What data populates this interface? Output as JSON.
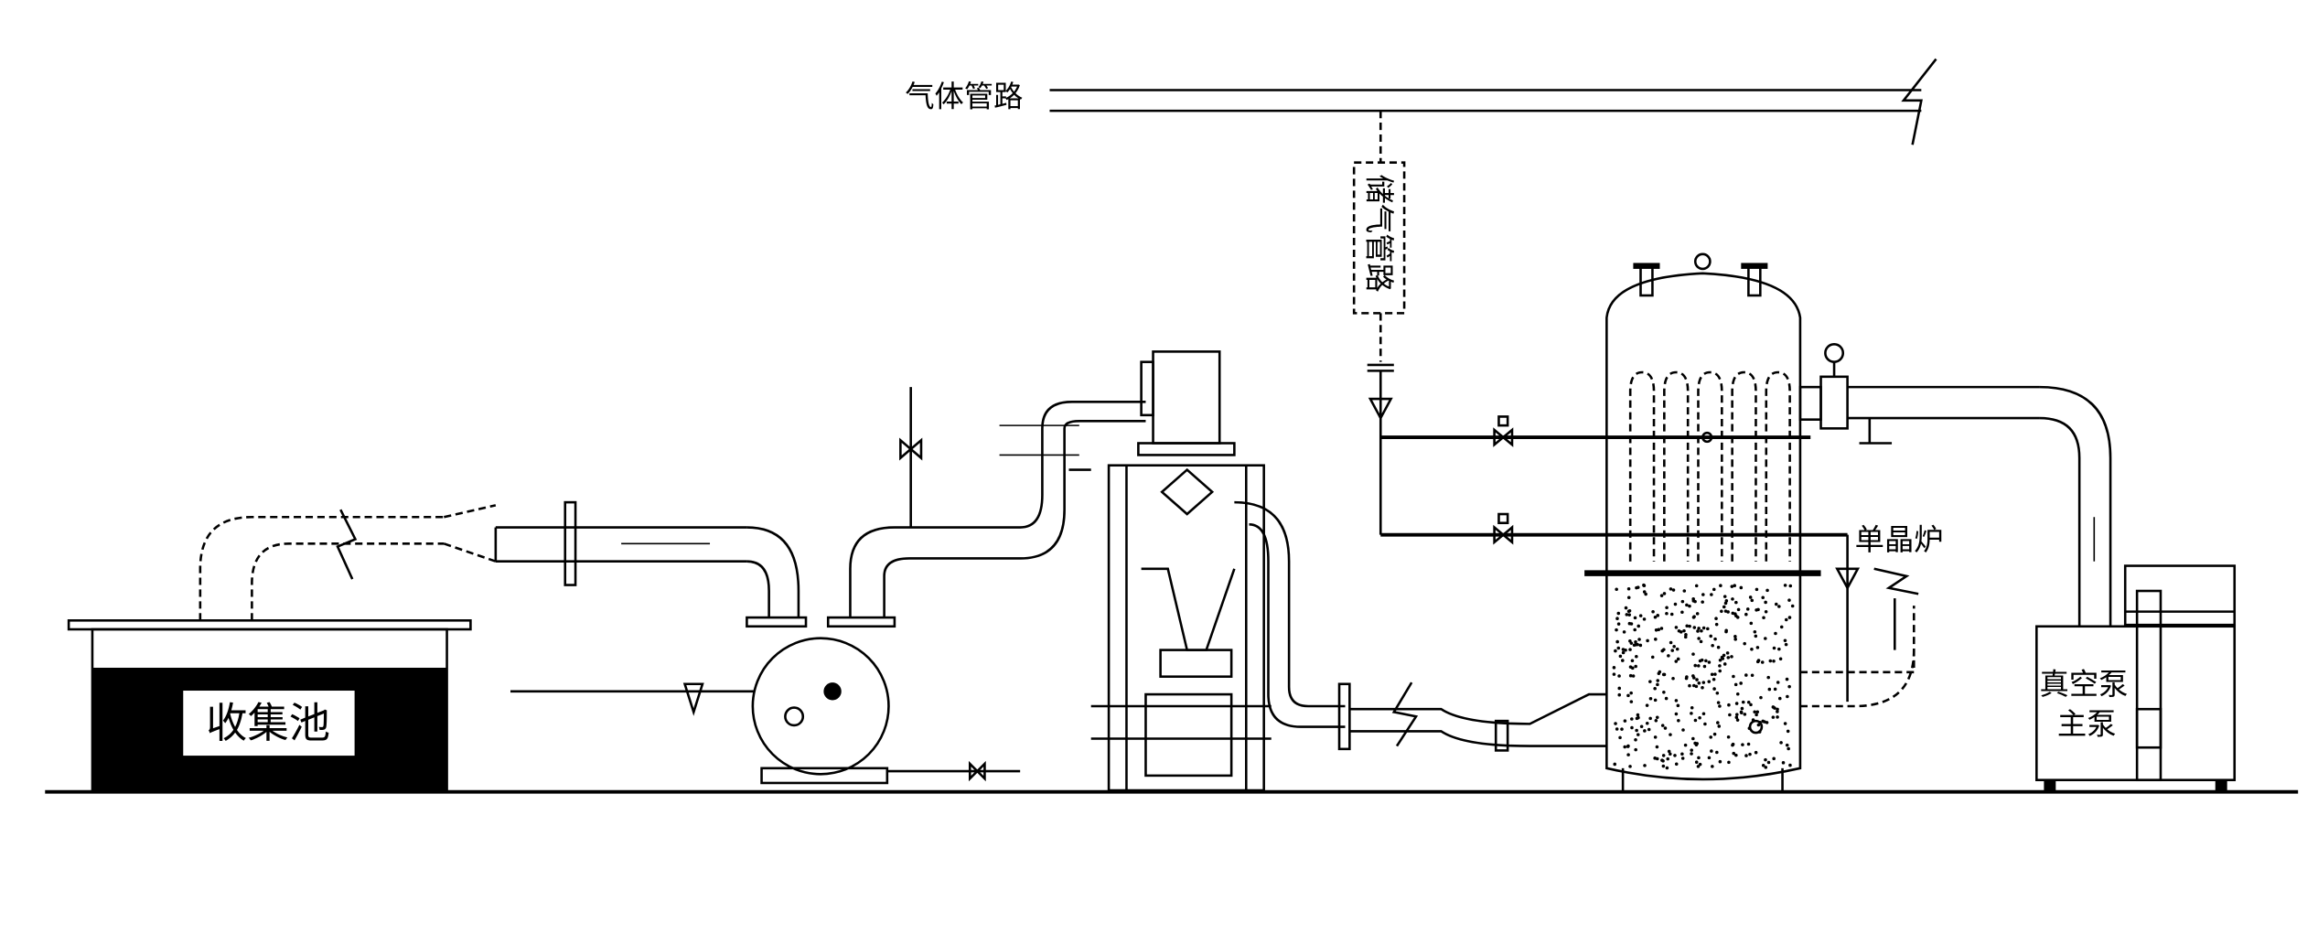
{
  "diagram": {
    "labels": {
      "gas_pipeline": "气体管路",
      "gas_storage_pipeline": "储气管路",
      "single_crystal_furnace": "单晶炉",
      "vacuum_pump": "真空泵",
      "main_pump": "主泵",
      "collection_pool": "收集池"
    },
    "colors": {
      "line": "#000000",
      "background": "#ffffff"
    }
  }
}
